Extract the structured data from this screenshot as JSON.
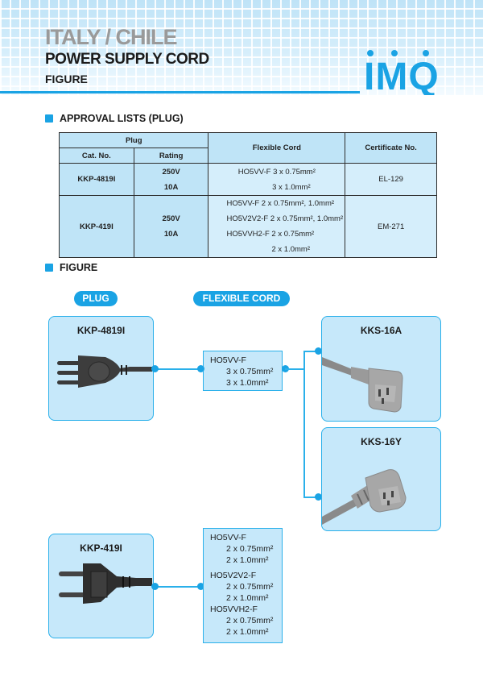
{
  "header": {
    "title": "ITALY / CHILE",
    "subtitle": "POWER SUPPLY CORD",
    "section": "FIGURE",
    "logo": "IMQ",
    "accent_color": "#1aa3e4"
  },
  "approval": {
    "heading": "APPROVAL LISTS (PLUG)",
    "columns": {
      "plug": "Plug",
      "cat_no": "Cat. No.",
      "rating": "Rating",
      "flexible_cord": "Flexible Cord",
      "certificate": "Certificate No."
    },
    "rows": [
      {
        "cat_no": "KKP-4819I",
        "rating": [
          "250V",
          "10A"
        ],
        "cord": [
          "HO5VV-F  3 x 0.75mm²",
          "3 x 1.0mm²"
        ],
        "certificate": "EL-129"
      },
      {
        "cat_no": "KKP-419I",
        "rating": [
          "250V",
          "10A"
        ],
        "cord": [
          "HO5VV-F 2 x 0.75mm², 1.0mm²",
          "HO5V2V2-F 2 x 0.75mm², 1.0mm²",
          "HO5VVH2-F 2 x 0.75mm²",
          "2 x 1.0mm²"
        ],
        "certificate": "EM-271"
      }
    ]
  },
  "figure": {
    "heading": "FIGURE",
    "plug_pill": "PLUG",
    "cord_pill": "FLEXIBLE CORD",
    "plug1": {
      "label": "KKP-4819I",
      "icon": "three-pin-plug-icon"
    },
    "cord1": {
      "type": "HO5VV-F",
      "sizes": [
        "3 x 0.75mm²",
        "3 x 1.0mm²"
      ]
    },
    "connector1": {
      "label": "KKS-16A",
      "icon": "straight-connector-icon"
    },
    "connector2": {
      "label": "KKS-16Y",
      "icon": "angled-connector-icon"
    },
    "plug2": {
      "label": "KKP-419I",
      "icon": "two-pin-plug-icon"
    },
    "cord2": [
      {
        "type": "HO5VV-F",
        "sizes": [
          "2 x 0.75mm²",
          "2 x 1.0mm²"
        ]
      },
      {
        "type": "HO5V2V2-F",
        "sizes": [
          "2 x 0.75mm²",
          "2 x 1.0mm²"
        ]
      },
      {
        "type": "HO5VVH2-F",
        "sizes": [
          "2 x 0.75mm²",
          "2 x 1.0mm²"
        ]
      }
    ]
  }
}
